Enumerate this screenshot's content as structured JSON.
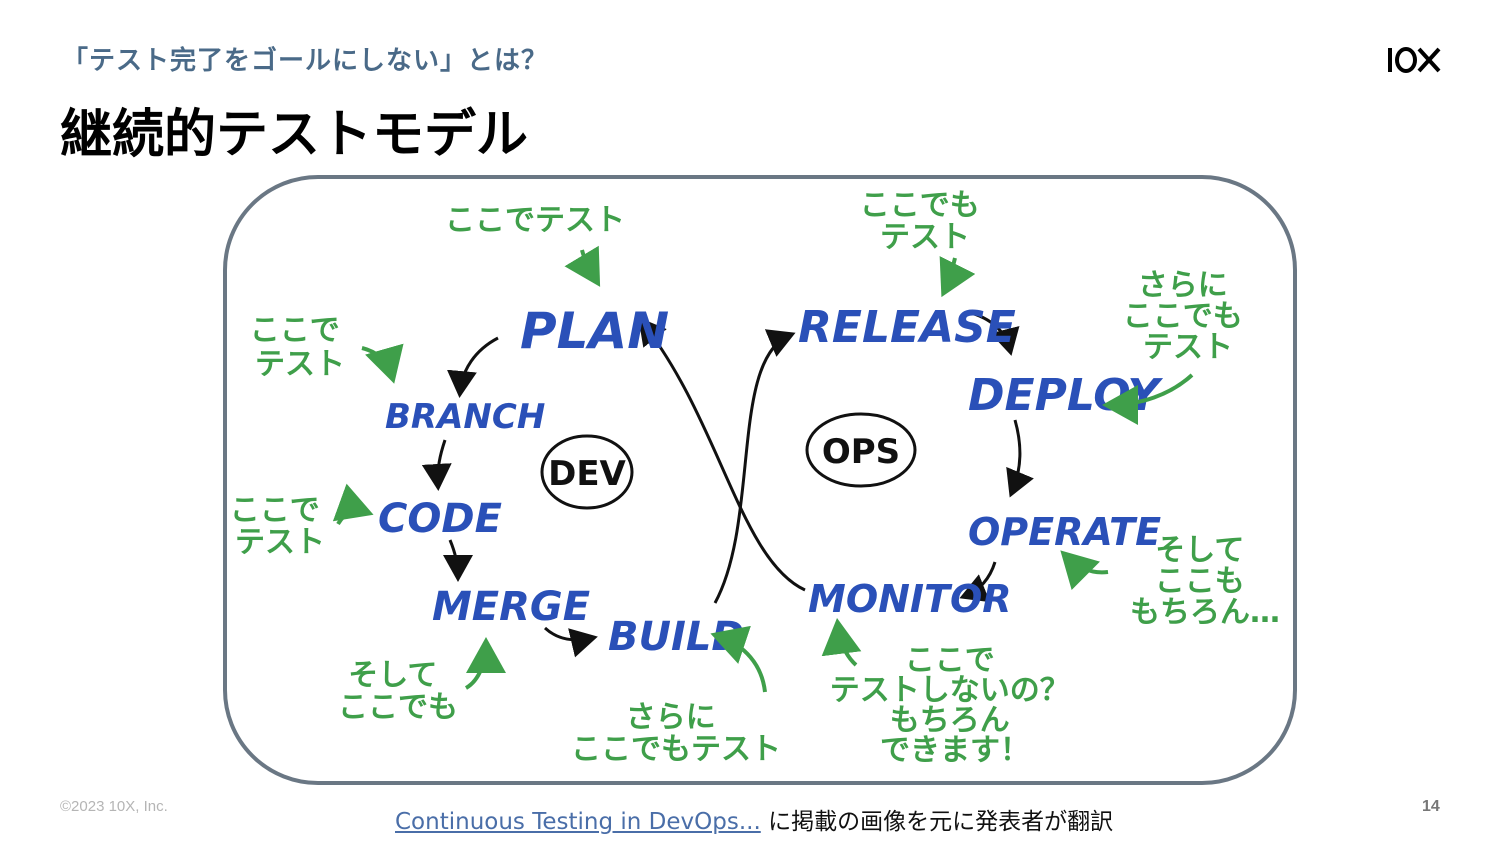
{
  "header": {
    "subtitle": "「テスト完了をゴールにしない」とは？",
    "title": "継続的テストモデル",
    "logo_text": "10X"
  },
  "diagram": {
    "hubs": {
      "dev": "DEV",
      "ops": "OPS"
    },
    "stages": {
      "plan": "PLAN",
      "branch": "BRANCH",
      "code": "CODE",
      "merge": "MERGE",
      "build": "BUILD",
      "release": "RELEASE",
      "deploy": "DEPLOY",
      "operate": "OPERATE",
      "monitor": "MONITOR"
    },
    "notes": {
      "plan": "ここでテスト",
      "branch": [
        "ここで",
        "テスト"
      ],
      "code": [
        "ここで",
        "テスト"
      ],
      "merge": [
        "そして",
        "ここでも"
      ],
      "build": [
        "さらに",
        "ここでもテスト"
      ],
      "release": [
        "ここでも",
        "テスト"
      ],
      "deploy": [
        "さらに",
        "ここでも",
        "テスト"
      ],
      "operate": [
        "そして",
        "ここも",
        "もちろん…"
      ],
      "monitor": [
        "ここで",
        "テストしないの？",
        "もちろん",
        "できます！"
      ]
    },
    "colors": {
      "stage": "#2a50b8",
      "note": "#3f9f4a",
      "arrow": "#111111",
      "frame": "#6a7784"
    }
  },
  "footer": {
    "copyright": "©2023 10X, Inc.",
    "link_text": "Continuous Testing in DevOps...",
    "credit_text": " に掲載の画像を元に発表者が翻訳",
    "page_number": "14"
  }
}
